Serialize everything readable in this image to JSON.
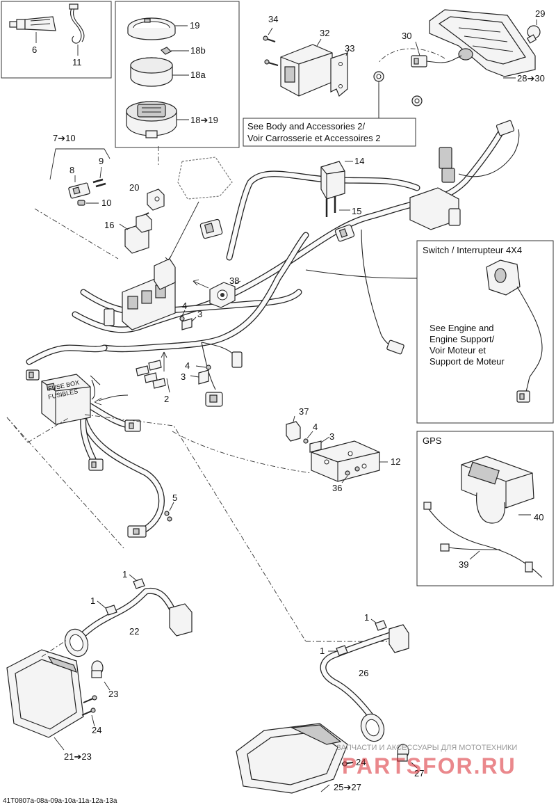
{
  "callouts": {
    "c1a": "1",
    "c1b": "1",
    "c1c": "1",
    "c1d": "1",
    "c2": "2",
    "c3a": "3",
    "c3b": "3",
    "c3c": "3",
    "c4a": "4",
    "c4b": "4",
    "c4c": "4",
    "c5": "5",
    "c6": "6",
    "c7_10": "7➔10",
    "c8": "8",
    "c9": "9",
    "c10": "10",
    "c11": "11",
    "c12": "12",
    "c14": "14",
    "c15": "15",
    "c16": "16",
    "c18a": "18a",
    "c18b": "18b",
    "c18_19": "18➔19",
    "c19": "19",
    "c20": "20",
    "c21_23": "21➔23",
    "c22": "22",
    "c23": "23",
    "c24a": "24",
    "c24b": "24",
    "c25_27": "25➔27",
    "c26": "26",
    "c27": "27",
    "c28_30": "28➔30",
    "c29": "29",
    "c30": "30",
    "c32": "32",
    "c33": "33",
    "c34": "34",
    "c36": "36",
    "c37": "37",
    "c38": "38",
    "c39": "39",
    "c40": "40"
  },
  "notes": {
    "body_line1": "See Body and Accessories 2/",
    "body_line2": "Voir Carrosserie et Accessoires 2",
    "switch_title": "Switch / Interrupteur 4X4",
    "engine_line1": "See Engine and",
    "engine_line2": "Engine Support/",
    "engine_line3": "Voir Moteur et",
    "engine_line4": "Support de Moteur",
    "gps_title": "GPS"
  },
  "fusebox": {
    "label_top": "FUSE BOX",
    "label_bottom": "FUSIBLES"
  },
  "footer": {
    "code": "41T0807a-08a-09a-10a-11a-12a-13a"
  },
  "watermark": {
    "brand": "PARTSFOR.RU",
    "tagline": "ЗАПЧАСТИ И АКСЕССУАРЫ ДЛЯ МОТОТЕХНИКИ"
  }
}
